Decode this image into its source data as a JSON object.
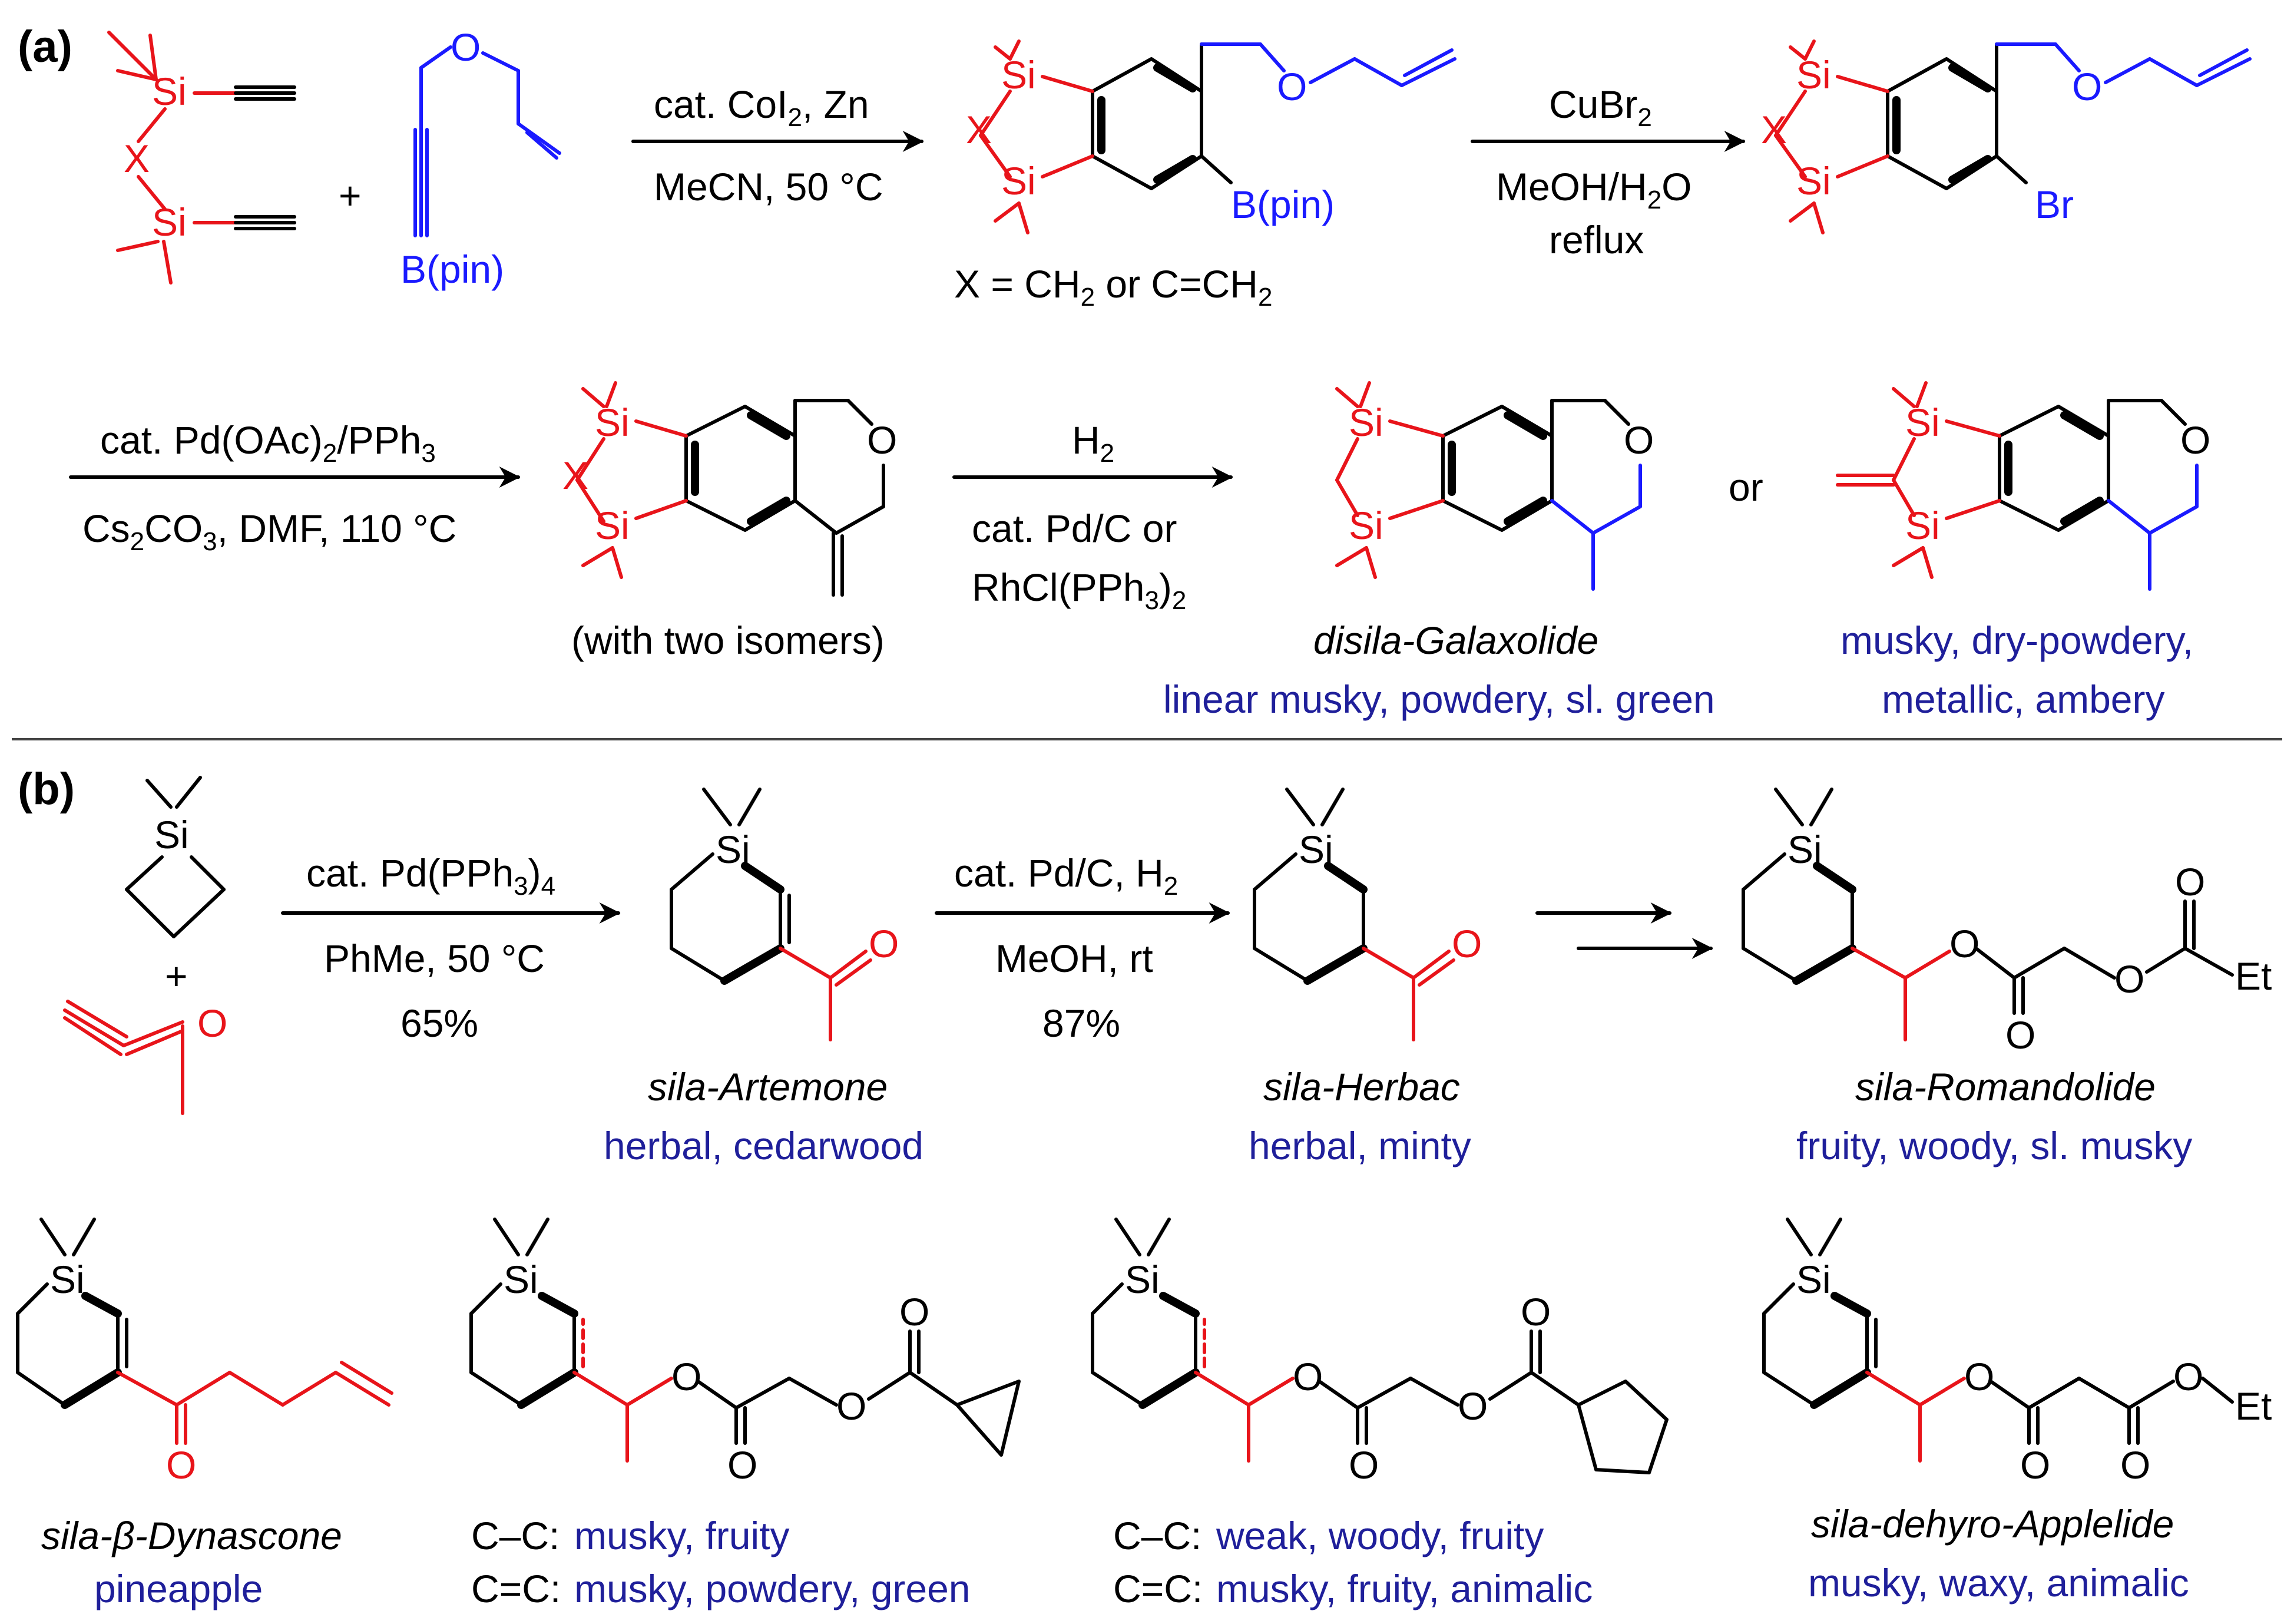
{
  "panels": {
    "a": "(a)",
    "b": "(b)"
  },
  "atoms": {
    "si": "Si",
    "x": "X",
    "o": "O",
    "bpin": "B(pin)",
    "br": "Br",
    "et": "Et"
  },
  "colors": {
    "silicon_core": "#e8141a",
    "reagent_blue": "#1a1aff",
    "odor_text": "#1f1f9a",
    "bonds": "#000000"
  },
  "panel_a": {
    "plus": "+",
    "step1": {
      "above": "cat. CoI",
      "above_sub": "2",
      "above_tail": ", Zn",
      "below": "MeCN, 50 °C"
    },
    "x_def": {
      "pre": "X = CH",
      "sub": "2",
      "mid": " or  C=CH",
      "sub2": "2"
    },
    "step2": {
      "above": "CuBr",
      "above_sub": "2",
      "mid": "MeOH/H",
      "mid_sub": "2",
      "mid_tail": "O",
      "below": "reflux"
    },
    "step3": {
      "above": "cat. Pd(OAc)",
      "above_sub": "2",
      "above_tail": "/PPh",
      "above_sub2": "3",
      "below": "Cs",
      "below_sub": "2",
      "below_tail": "CO",
      "below_sub2": "3",
      "below_tail2": ", DMF,  110 °C"
    },
    "isomers_note": "(with two isomers)",
    "step4": {
      "above": "H",
      "above_sub": "2",
      "mid": "cat. Pd/C or",
      "below": "RhCl(PPh",
      "below_sub": "3",
      "below_tail": ")",
      "below_sub2": "2"
    },
    "or_text": "or",
    "product1": {
      "name": "disila-Galaxolide",
      "odor": "linear musky, powdery, sl. green"
    },
    "product2": {
      "odor_line1": "musky, dry-powdery,",
      "odor_line2": "metallic, ambery"
    }
  },
  "panel_b": {
    "plus": "+",
    "step1": {
      "above": "cat. Pd(PPh",
      "above_sub": "3",
      "above_tail": ")",
      "above_sub2": "4",
      "mid": "PhMe, 50 °C",
      "yield": "65%"
    },
    "step2": {
      "above": "cat. Pd/C, H",
      "above_sub": "2",
      "mid": "MeOH, rt",
      "yield": "87%"
    },
    "artemone": {
      "name": "sila-Artemone",
      "odor": "herbal, cedarwood"
    },
    "herbac": {
      "name": "sila-Herbac",
      "odor": "herbal, minty"
    },
    "romandolide": {
      "name": "sila-Romandolide",
      "odor": "fruity, woody, sl. musky"
    },
    "dynascone": {
      "name": "sila-β-Dynascone",
      "odor": "pineapple"
    },
    "cyclopropyl": {
      "cc_label": "C–C:",
      "cc_odor": "musky, fruity",
      "ceq_label": "C=C:",
      "ceq_odor": "musky, powdery, green"
    },
    "cyclopentyl": {
      "cc_label": "C–C:",
      "cc_odor": "weak, woody, fruity",
      "ceq_label": "C=C:",
      "ceq_odor": "musky, fruity, animalic"
    },
    "applelide": {
      "name": "sila-dehyro-Applelide",
      "odor": "musky, waxy, animalic"
    }
  }
}
